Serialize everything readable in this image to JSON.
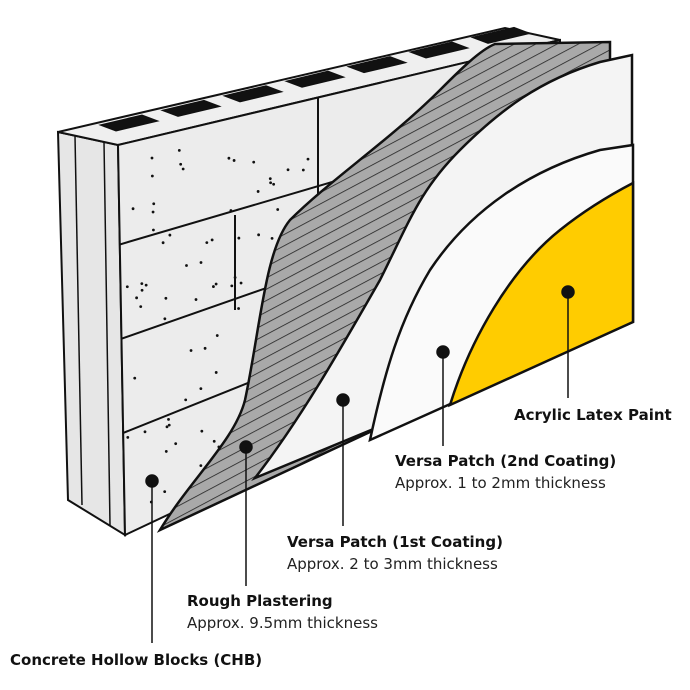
{
  "title": "Wall layer cross-section",
  "colors": {
    "paint": "#ffcc00",
    "block": "#ececec",
    "plaster": "#a9a9a9",
    "patch1": "#f4f4f4",
    "patch2": "#fafafa"
  },
  "labels": [
    {
      "title": "Acrylic Latex Paint",
      "subtitle": null
    },
    {
      "title": "Versa Patch (2nd Coating)",
      "subtitle": "Approx. 1 to 2mm thickness"
    },
    {
      "title": "Versa Patch (1st Coating)",
      "subtitle": "Approx. 2 to 3mm thickness"
    },
    {
      "title": "Rough Plastering",
      "subtitle": "Approx. 9.5mm thickness"
    },
    {
      "title": "Concrete Hollow Blocks (CHB)",
      "subtitle": null
    }
  ]
}
